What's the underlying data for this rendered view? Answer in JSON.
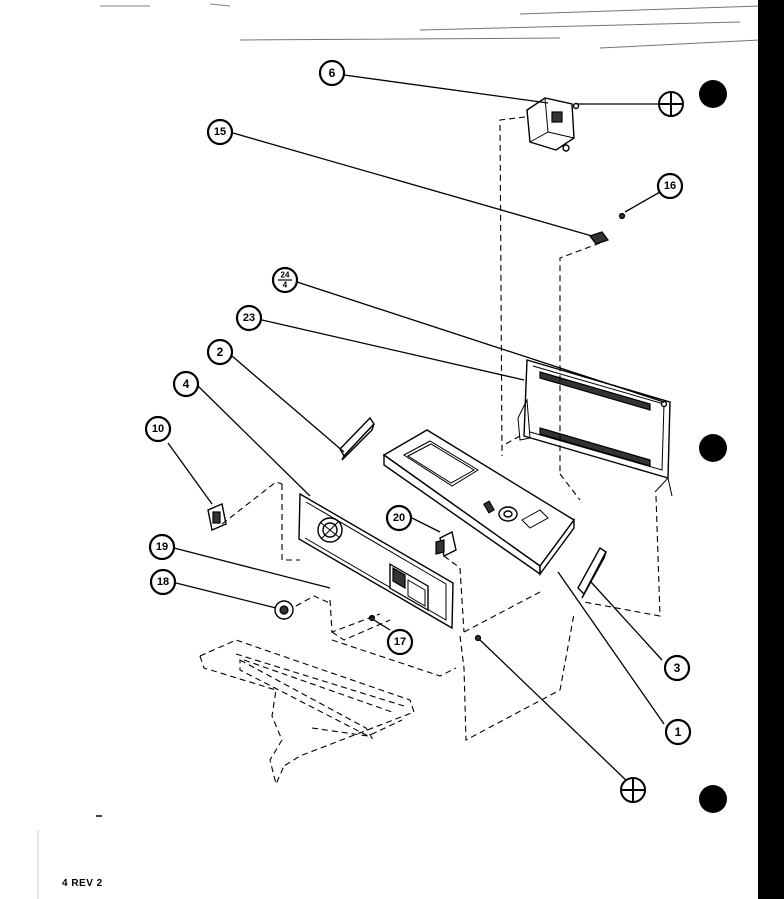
{
  "callouts": [
    {
      "id": "6",
      "label": "6"
    },
    {
      "id": "15",
      "label": "15"
    },
    {
      "id": "16",
      "label": "16"
    },
    {
      "id": "24-4",
      "top": "24",
      "bottom": "4"
    },
    {
      "id": "23",
      "label": "23"
    },
    {
      "id": "2",
      "label": "2"
    },
    {
      "id": "4",
      "label": "4"
    },
    {
      "id": "10",
      "label": "10"
    },
    {
      "id": "20",
      "label": "20"
    },
    {
      "id": "19",
      "label": "19"
    },
    {
      "id": "18",
      "label": "18"
    },
    {
      "id": "17",
      "label": "17"
    },
    {
      "id": "3",
      "label": "3"
    },
    {
      "id": "1",
      "label": "1"
    }
  ],
  "footer": {
    "revision": "4 REV 2"
  },
  "colors": {
    "ink": "#000000",
    "paper": "#ffffff"
  },
  "icons": {
    "crosshair": "crosshair-target-icon",
    "dot": "binder-hole-dot"
  }
}
